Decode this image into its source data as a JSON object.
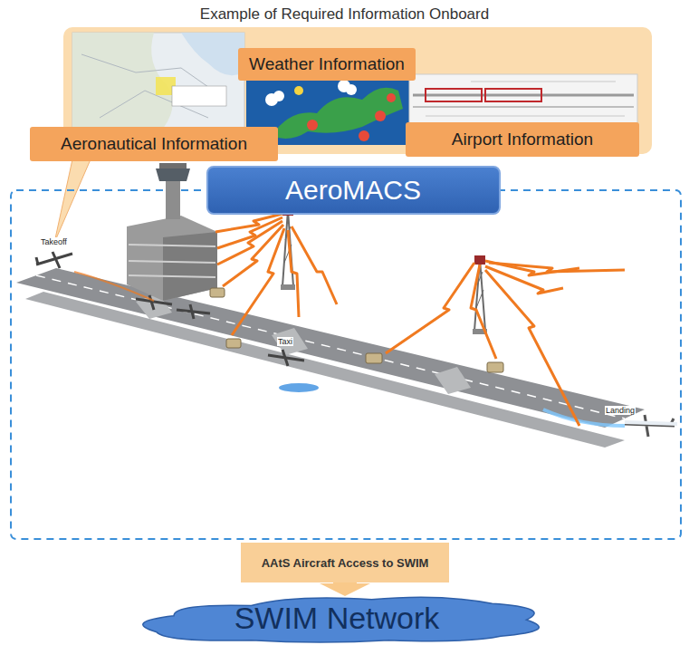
{
  "diagram": {
    "title": "Example of Required Information Onboard",
    "nodes": [
      {
        "text": [
          "Weather Information"
        ]
      },
      {
        "text": [
          "Aeronautical Information"
        ]
      },
      {
        "text": [
          "Airport Information"
        ]
      },
      {
        "text": [
          "AeroMACS"
        ]
      },
      {
        "text": [
          "AAtS Aircraft Access to SWIM"
        ]
      },
      {
        "text": [
          "SWIM Network"
        ]
      }
    ],
    "edges": [
      {
        "from": 4,
        "to": 5,
        "arrow": "to"
      }
    ],
    "labels": [
      "Takeoff",
      "Taxi",
      "Landing"
    ]
  }
}
